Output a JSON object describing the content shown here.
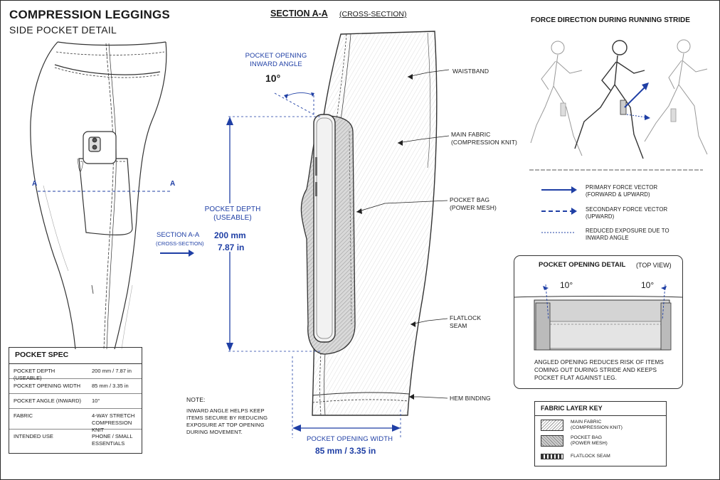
{
  "header": {
    "title": "COMPRESSION LEGGINGS",
    "subtitle": "SIDE POCKET DETAIL"
  },
  "side_view": {
    "section_marker": "A",
    "section_label": "SECTION A-A",
    "section_sublabel": "(CROSS-SECTION)"
  },
  "section": {
    "title": "SECTION A-A",
    "title_suffix": "(CROSS-SECTION)",
    "pocket_opening_angle_label": "POCKET OPENING\nINWARD ANGLE",
    "pocket_opening_angle_value": "10°",
    "pocket_depth_label": "POCKET DEPTH\n(USEABLE)",
    "pocket_depth_mm": "200 mm",
    "pocket_depth_in": "7.87 in",
    "pocket_width_label": "POCKET OPENING WIDTH",
    "pocket_width_value": "85 mm / 3.35 in",
    "callouts": {
      "waistband": "WAISTBAND",
      "main_fabric": "MAIN FABRIC\n(COMPRESSION KNIT)",
      "pocket_bag": "POCKET BAG\n(POWER MESH)",
      "flatlock_seam": "FLATLOCK\nSEAM",
      "hem_binding": "HEM BINDING"
    },
    "note_title": "NOTE:",
    "note_text": "INWARD ANGLE HELPS KEEP\nITEMS SECURE BY REDUCING\nEXPOSURE AT TOP OPENING\nDURING MOVEMENT."
  },
  "spec": {
    "title": "POCKET SPEC",
    "rows": [
      {
        "label": "POCKET DEPTH (USEABLE)",
        "value": "200 mm / 7.87 in"
      },
      {
        "label": "POCKET OPENING WIDTH",
        "value": "85 mm / 3.35 in"
      },
      {
        "label": "POCKET ANGLE (INWARD)",
        "value": "10°"
      },
      {
        "label": "FABRIC",
        "value": "4-WAY STRETCH\nCOMPRESSION KNIT"
      },
      {
        "label": "INTENDED USE",
        "value": "PHONE / SMALL\nESSENTIALS"
      }
    ]
  },
  "force": {
    "title": "FORCE DIRECTION DURING RUNNING STRIDE",
    "legend": [
      {
        "label": "PRIMARY FORCE VECTOR\n(FORWARD & UPWARD)"
      },
      {
        "label": "SECONDARY FORCE VECTOR\n(UPWARD)"
      },
      {
        "label": "REDUCED EXPOSURE DUE TO\nINWARD ANGLE"
      }
    ]
  },
  "detail": {
    "title": "POCKET OPENING DETAIL",
    "title_suffix": "(TOP VIEW)",
    "angle_left": "10°",
    "angle_right": "10°",
    "caption": "ANGLED OPENING REDUCES RISK OF ITEMS\nCOMING OUT DURING STRIDE AND KEEPS\nPOCKET FLAT AGAINST LEG."
  },
  "key": {
    "title": "FABRIC LAYER KEY",
    "items": [
      {
        "label": "MAIN FABRIC\n(COMPRESSION KNIT)"
      },
      {
        "label": "POCKET BAG\n(POWER MESH)"
      },
      {
        "label": "FLATLOCK SEAM"
      }
    ]
  },
  "colors": {
    "accent": "#1f3fa5",
    "ink": "#1a1a1a"
  }
}
